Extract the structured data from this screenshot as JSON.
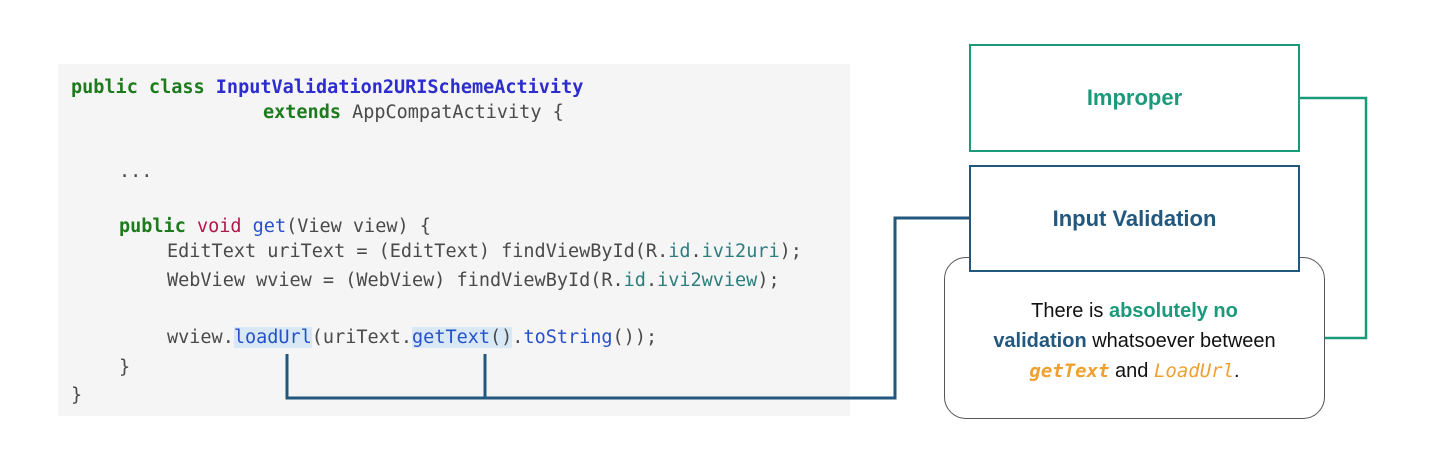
{
  "code": {
    "l1_kw": "public class",
    "l1_cls": "InputValidation2URISchemeActivity",
    "l2_kw": "extends",
    "l2_rest": " AppCompatActivity {",
    "l3": "...",
    "l4_kw": "public",
    "l4_void": "void",
    "l4_fn": "get",
    "l4_rest": "(View view) {",
    "l5_a": "EditText uriText = (EditText) findViewById(R.",
    "l5_id": "id",
    "l5_dot": ".",
    "l5_f": "ivi2uri",
    "l5_end": ");",
    "l6_a": "WebView wview = (WebView) findViewById(R.",
    "l6_id": "id",
    "l6_dot": ".",
    "l6_f": "ivi2wview",
    "l6_end": ");",
    "l7_a": "wview.",
    "l7_load": "loadUrl",
    "l7_b": "(uriText.",
    "l7_get": "getText",
    "l7_paren": "()",
    "l7_dot": ".",
    "l7_tostr": "toString",
    "l7_end": "());",
    "l8": "}",
    "l9": "}"
  },
  "boxes": {
    "improper": "Improper",
    "input_validation": "Input Validation"
  },
  "description": {
    "t1": "There is ",
    "t2": "absolutely no",
    "t3": "validation",
    "t4": " whatsoever between",
    "t5": "getText",
    "t6": " and ",
    "t7": "LoadUrl",
    "t8": "."
  },
  "colors": {
    "green": "#1a9a7a",
    "blue": "#22577e",
    "orange": "#f0a030"
  }
}
